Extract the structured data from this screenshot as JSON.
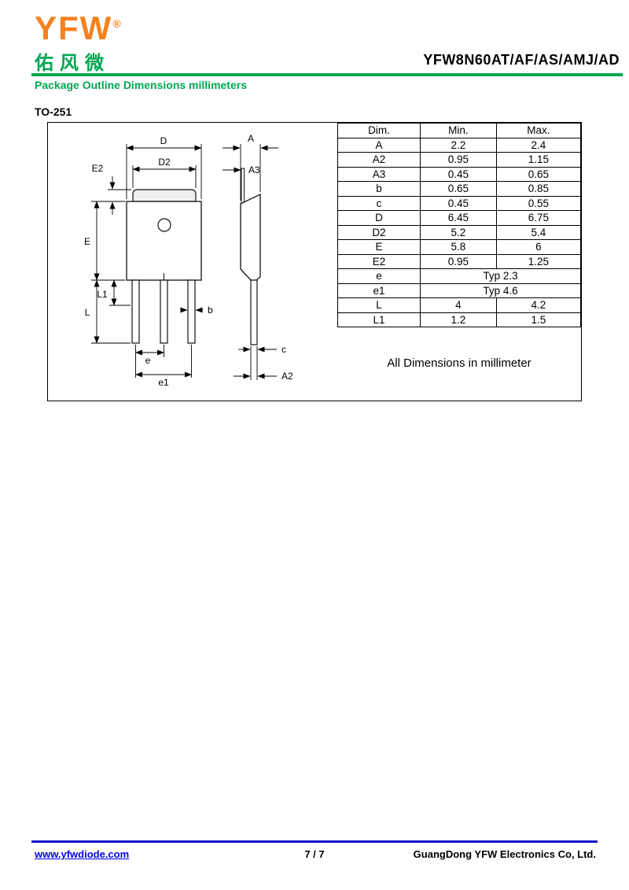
{
  "colors": {
    "brand_green": "#00A651",
    "brand_orange": "#F5821F",
    "link_blue": "#0000EE",
    "footer_rule_blue": "#1414CC"
  },
  "header": {
    "logo_text": "YFW",
    "logo_registered": "®",
    "logo_chinese": "佑风微",
    "part_number": "YFW8N60AT/AF/AS/AMJ/AD",
    "section_title": "Package Outline Dimensions millimeters"
  },
  "package": {
    "name": "TO-251"
  },
  "drawing": {
    "labels": {
      "A": "A",
      "A2": "A2",
      "A3": "A3",
      "D": "D",
      "D2": "D2",
      "E": "E",
      "E2": "E2",
      "L": "L",
      "L1": "L1",
      "b": "b",
      "c": "c",
      "e": "e",
      "e1": "e1"
    }
  },
  "dim_table": {
    "headers": [
      "Dim.",
      "Min.",
      "Max."
    ],
    "rows": [
      {
        "dim": "A",
        "min": "2.2",
        "max": "2.4"
      },
      {
        "dim": "A2",
        "min": "0.95",
        "max": "1.15"
      },
      {
        "dim": "A3",
        "min": "0.45",
        "max": "0.65"
      },
      {
        "dim": "b",
        "min": "0.65",
        "max": "0.85"
      },
      {
        "dim": "c",
        "min": "0.45",
        "max": "0.55"
      },
      {
        "dim": "D",
        "min": "6.45",
        "max": "6.75"
      },
      {
        "dim": "D2",
        "min": "5.2",
        "max": "5.4"
      },
      {
        "dim": "E",
        "min": "5.8",
        "max": "6"
      },
      {
        "dim": "E2",
        "min": "0.95",
        "max": "1.25"
      },
      {
        "dim": "e",
        "typ": "Typ 2.3"
      },
      {
        "dim": "e1",
        "typ": "Typ 4.6"
      },
      {
        "dim": "L",
        "min": "4",
        "max": "4.2"
      },
      {
        "dim": "L1",
        "min": "1.2",
        "max": "1.5"
      }
    ],
    "note": "All Dimensions in millimeter"
  },
  "footer": {
    "website": "www.yfwdiode.com",
    "page_number": "7 / 7",
    "company": "GuangDong YFW Electronics Co, Ltd."
  }
}
